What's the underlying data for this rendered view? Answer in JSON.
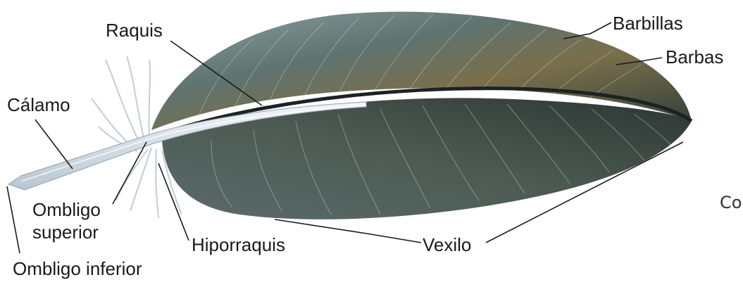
{
  "labels": {
    "raquis": "Raquis",
    "barbillas": "Barbillas",
    "barbas": "Barbas",
    "calamo": "Cálamo",
    "ombligo_superior_line1": "Ombligo",
    "ombligo_superior_line2": "superior",
    "hiporraquis": "Hiporraquis",
    "vexilo": "Vexilo",
    "ombligo_inferior": "Ombligo inferior"
  },
  "cropped_text": "Co",
  "colors": {
    "vane_dark": "#2f3d3b",
    "vane_mid": "#5f7370",
    "vane_light": "#8fa3a6",
    "vane_warm": "#7a6f4a",
    "shaft": "#d8e2ea",
    "down": "#b9c9d4",
    "background": "#ffffff"
  }
}
